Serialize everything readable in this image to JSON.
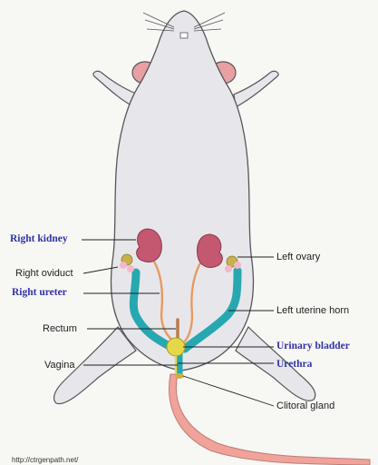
{
  "colors": {
    "background": "#f7f7f4",
    "body_fill": "#e7e7eb",
    "body_outline": "#55565a",
    "ear_pink": "#e9a0a2",
    "kidney": "#c45870",
    "ureter": "#e89a62",
    "uterus": "#27a8b0",
    "ovary": "#c9b04a",
    "bladder": "#e4d84a",
    "rectum": "#b87c4a",
    "tail": "#f0a39a",
    "highlight_label": "#3232a8",
    "leader_line": "#222222"
  },
  "labels": {
    "right_kidney": "Right kidney",
    "right_oviduct": "Right oviduct",
    "right_ureter": "Right ureter",
    "rectum": "Rectum",
    "vagina": "Vagina",
    "left_ovary": "Left ovary",
    "left_uterine_horn": "Left uterine horn",
    "urinary_bladder": "Urinary bladder",
    "urethra": "Urethra",
    "clitoral_gland": "Clitoral gland"
  },
  "source_url": "http://ctrgenpath.net/"
}
